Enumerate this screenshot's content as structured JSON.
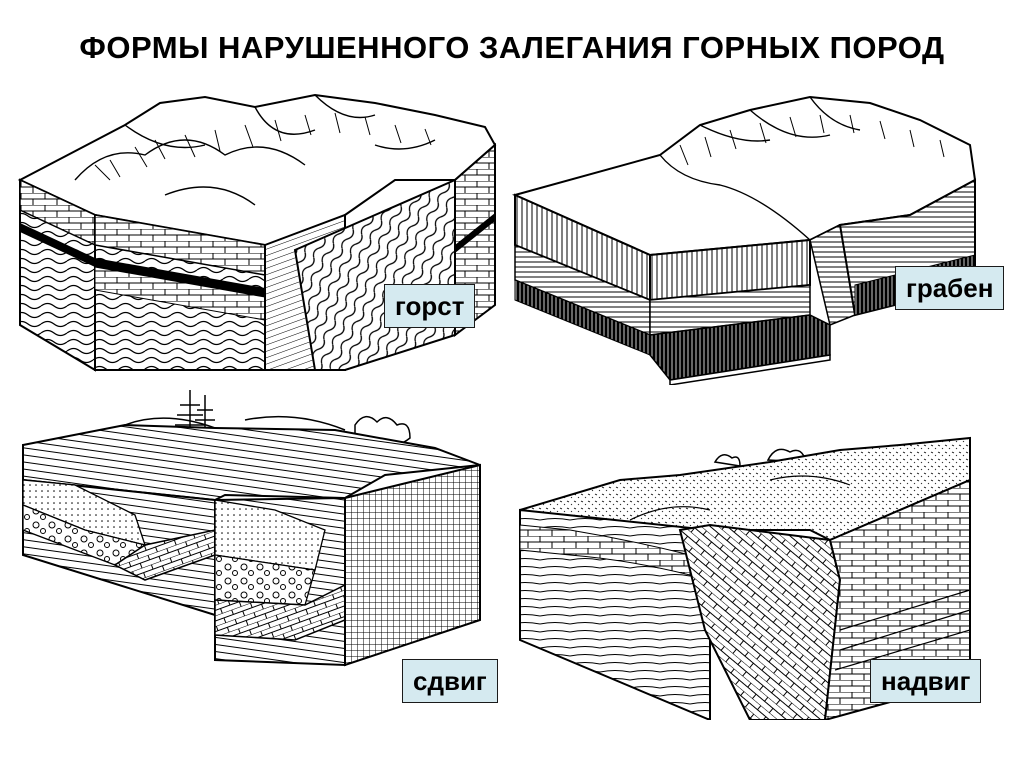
{
  "title": "ФОРМЫ НАРУШЕННОГО ЗАЛЕГАНИЯ ГОРНЫХ ПОРОД",
  "labels": {
    "horst": "горст",
    "graben": "грабен",
    "shear": "сдвиг",
    "thrust": "надвиг"
  },
  "colors": {
    "ink": "#000000",
    "label_background": "#d5eaf0",
    "page_background": "#ffffff"
  }
}
